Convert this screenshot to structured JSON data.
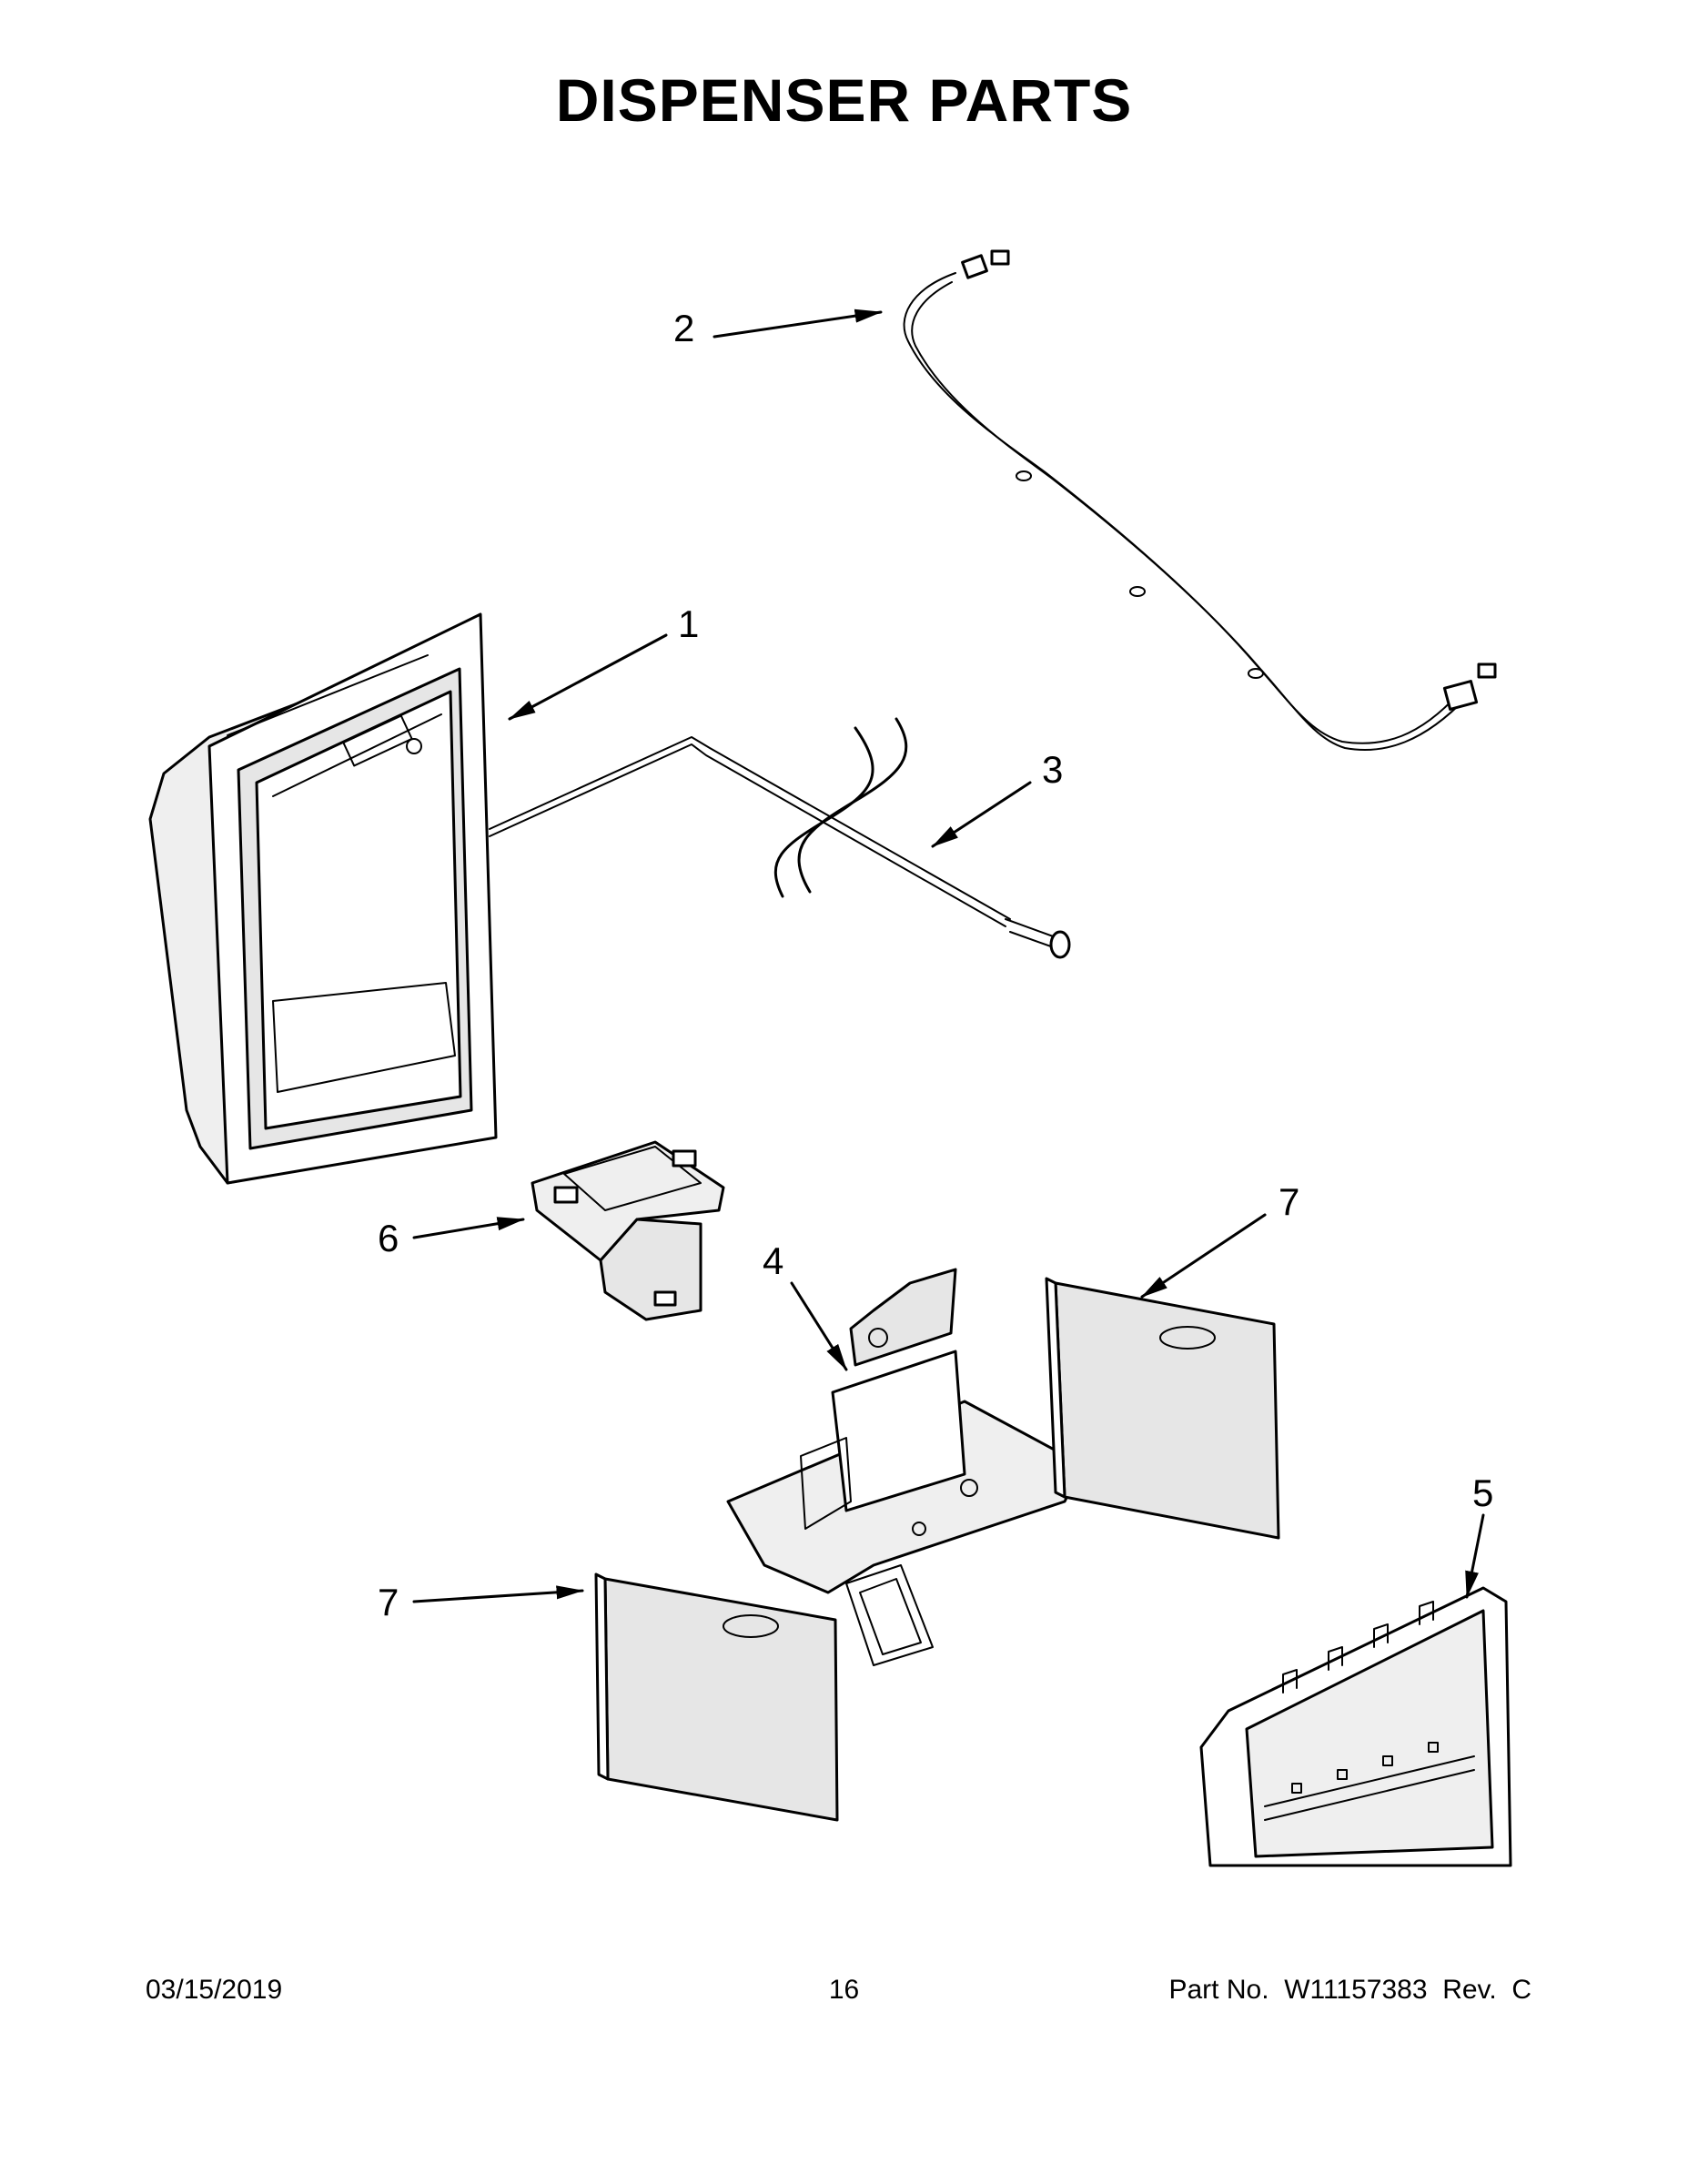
{
  "title": "DISPENSER PARTS",
  "callouts": {
    "c1": "1",
    "c2": "2",
    "c3": "3",
    "c4": "4",
    "c5": "5",
    "c6": "6",
    "c7a": "7",
    "c7b": "7"
  },
  "footer": {
    "date": "03/15/2019",
    "page": "16",
    "part": "Part No.  W11157383  Rev.  C"
  }
}
